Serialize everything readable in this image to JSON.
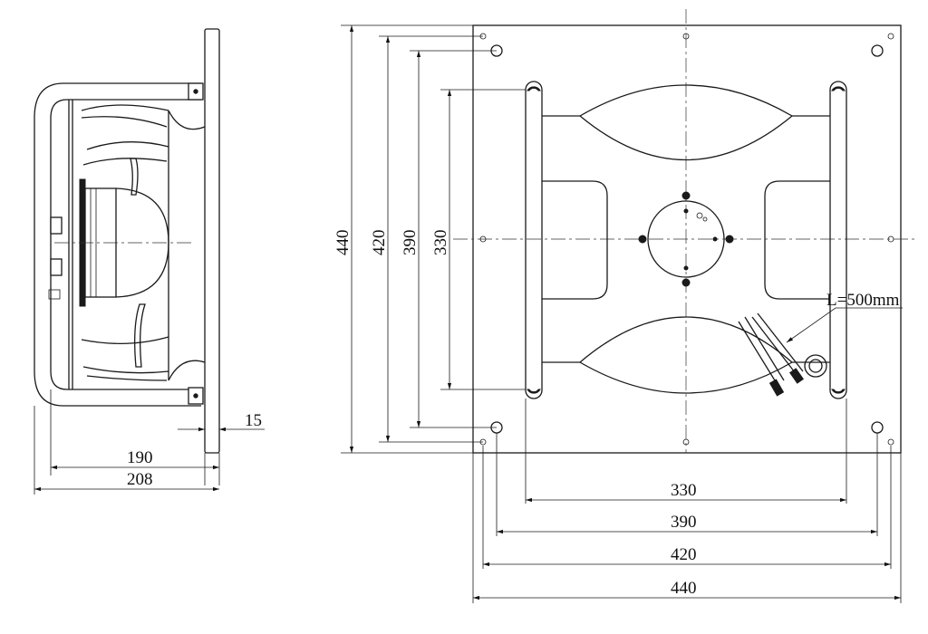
{
  "side_view": {
    "dims": {
      "flange": "15",
      "depth_inner": "190",
      "depth_overall": "208"
    }
  },
  "front_view": {
    "vertical_dims": [
      "440",
      "420",
      "390",
      "330"
    ],
    "horizontal_dims": [
      "330",
      "390",
      "420",
      "440"
    ],
    "cable_label": "L=500mm"
  }
}
